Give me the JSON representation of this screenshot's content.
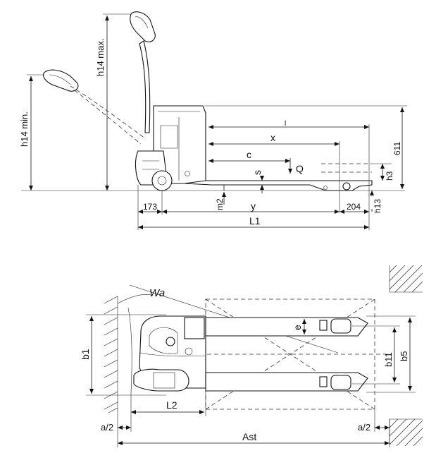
{
  "side_view": {
    "labels": {
      "h14_max": "h14 max.",
      "h14_min": "h14 min.",
      "h611": "611",
      "h3": "h3",
      "h13": "h13",
      "l": "l",
      "x": "x",
      "c": "c",
      "s": "s",
      "Q": "Q",
      "m2": "m2",
      "d173": "173",
      "y": "y",
      "d204": "204",
      "L1": "L1"
    }
  },
  "top_view": {
    "labels": {
      "Wa": "Wa",
      "e": "e",
      "b1": "b1",
      "b11": "b11",
      "b5": "b5",
      "L2": "L2",
      "a2_left": "a/2",
      "a2_right": "a/2",
      "Ast": "Ast"
    }
  }
}
